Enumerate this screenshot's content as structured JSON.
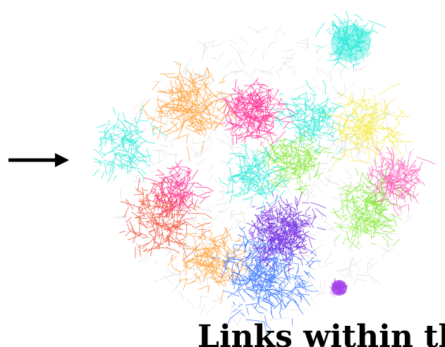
{
  "caption": "Links within the",
  "network": {
    "layout": "force-directed graph",
    "cluster_colors": {
      "cyan": "#1de9d6",
      "magenta": "#ff1f8e",
      "pink": "#ff4fb5",
      "orange": "#ff9a2e",
      "yellow": "#f2e93a",
      "green": "#7de82a",
      "blue": "#2a6cff",
      "purple": "#6b1fe0",
      "red": "#f0452c",
      "violet": "#a23be8"
    },
    "edge_color": "#222222"
  },
  "arrow": {
    "direction": "right",
    "color": "#000000"
  }
}
